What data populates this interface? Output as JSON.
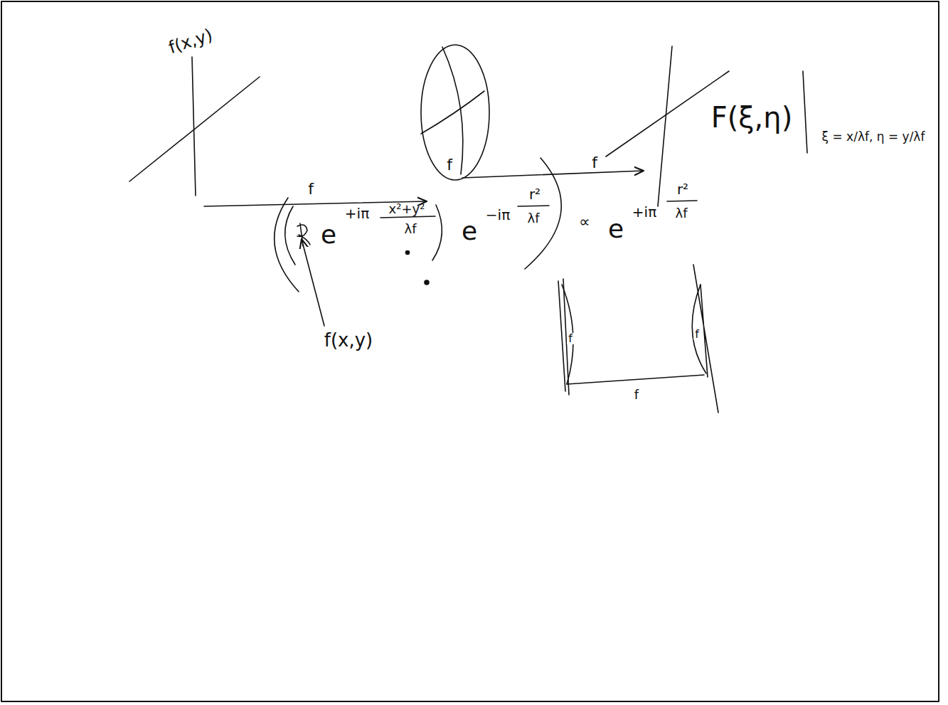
{
  "diagram": {
    "labels": [
      "f(x,y)",
      "f",
      "f",
      "f",
      "F(ξ,η)",
      "ξ = x/λf, η = y/λf",
      "e",
      "+iπ",
      "x²+y²",
      "λf",
      "e",
      "−iπ",
      "r²",
      "λf",
      "∝",
      "e",
      "+iπ",
      "r²",
      "λf",
      "f(x,y)",
      "f",
      "f",
      "f"
    ]
  }
}
